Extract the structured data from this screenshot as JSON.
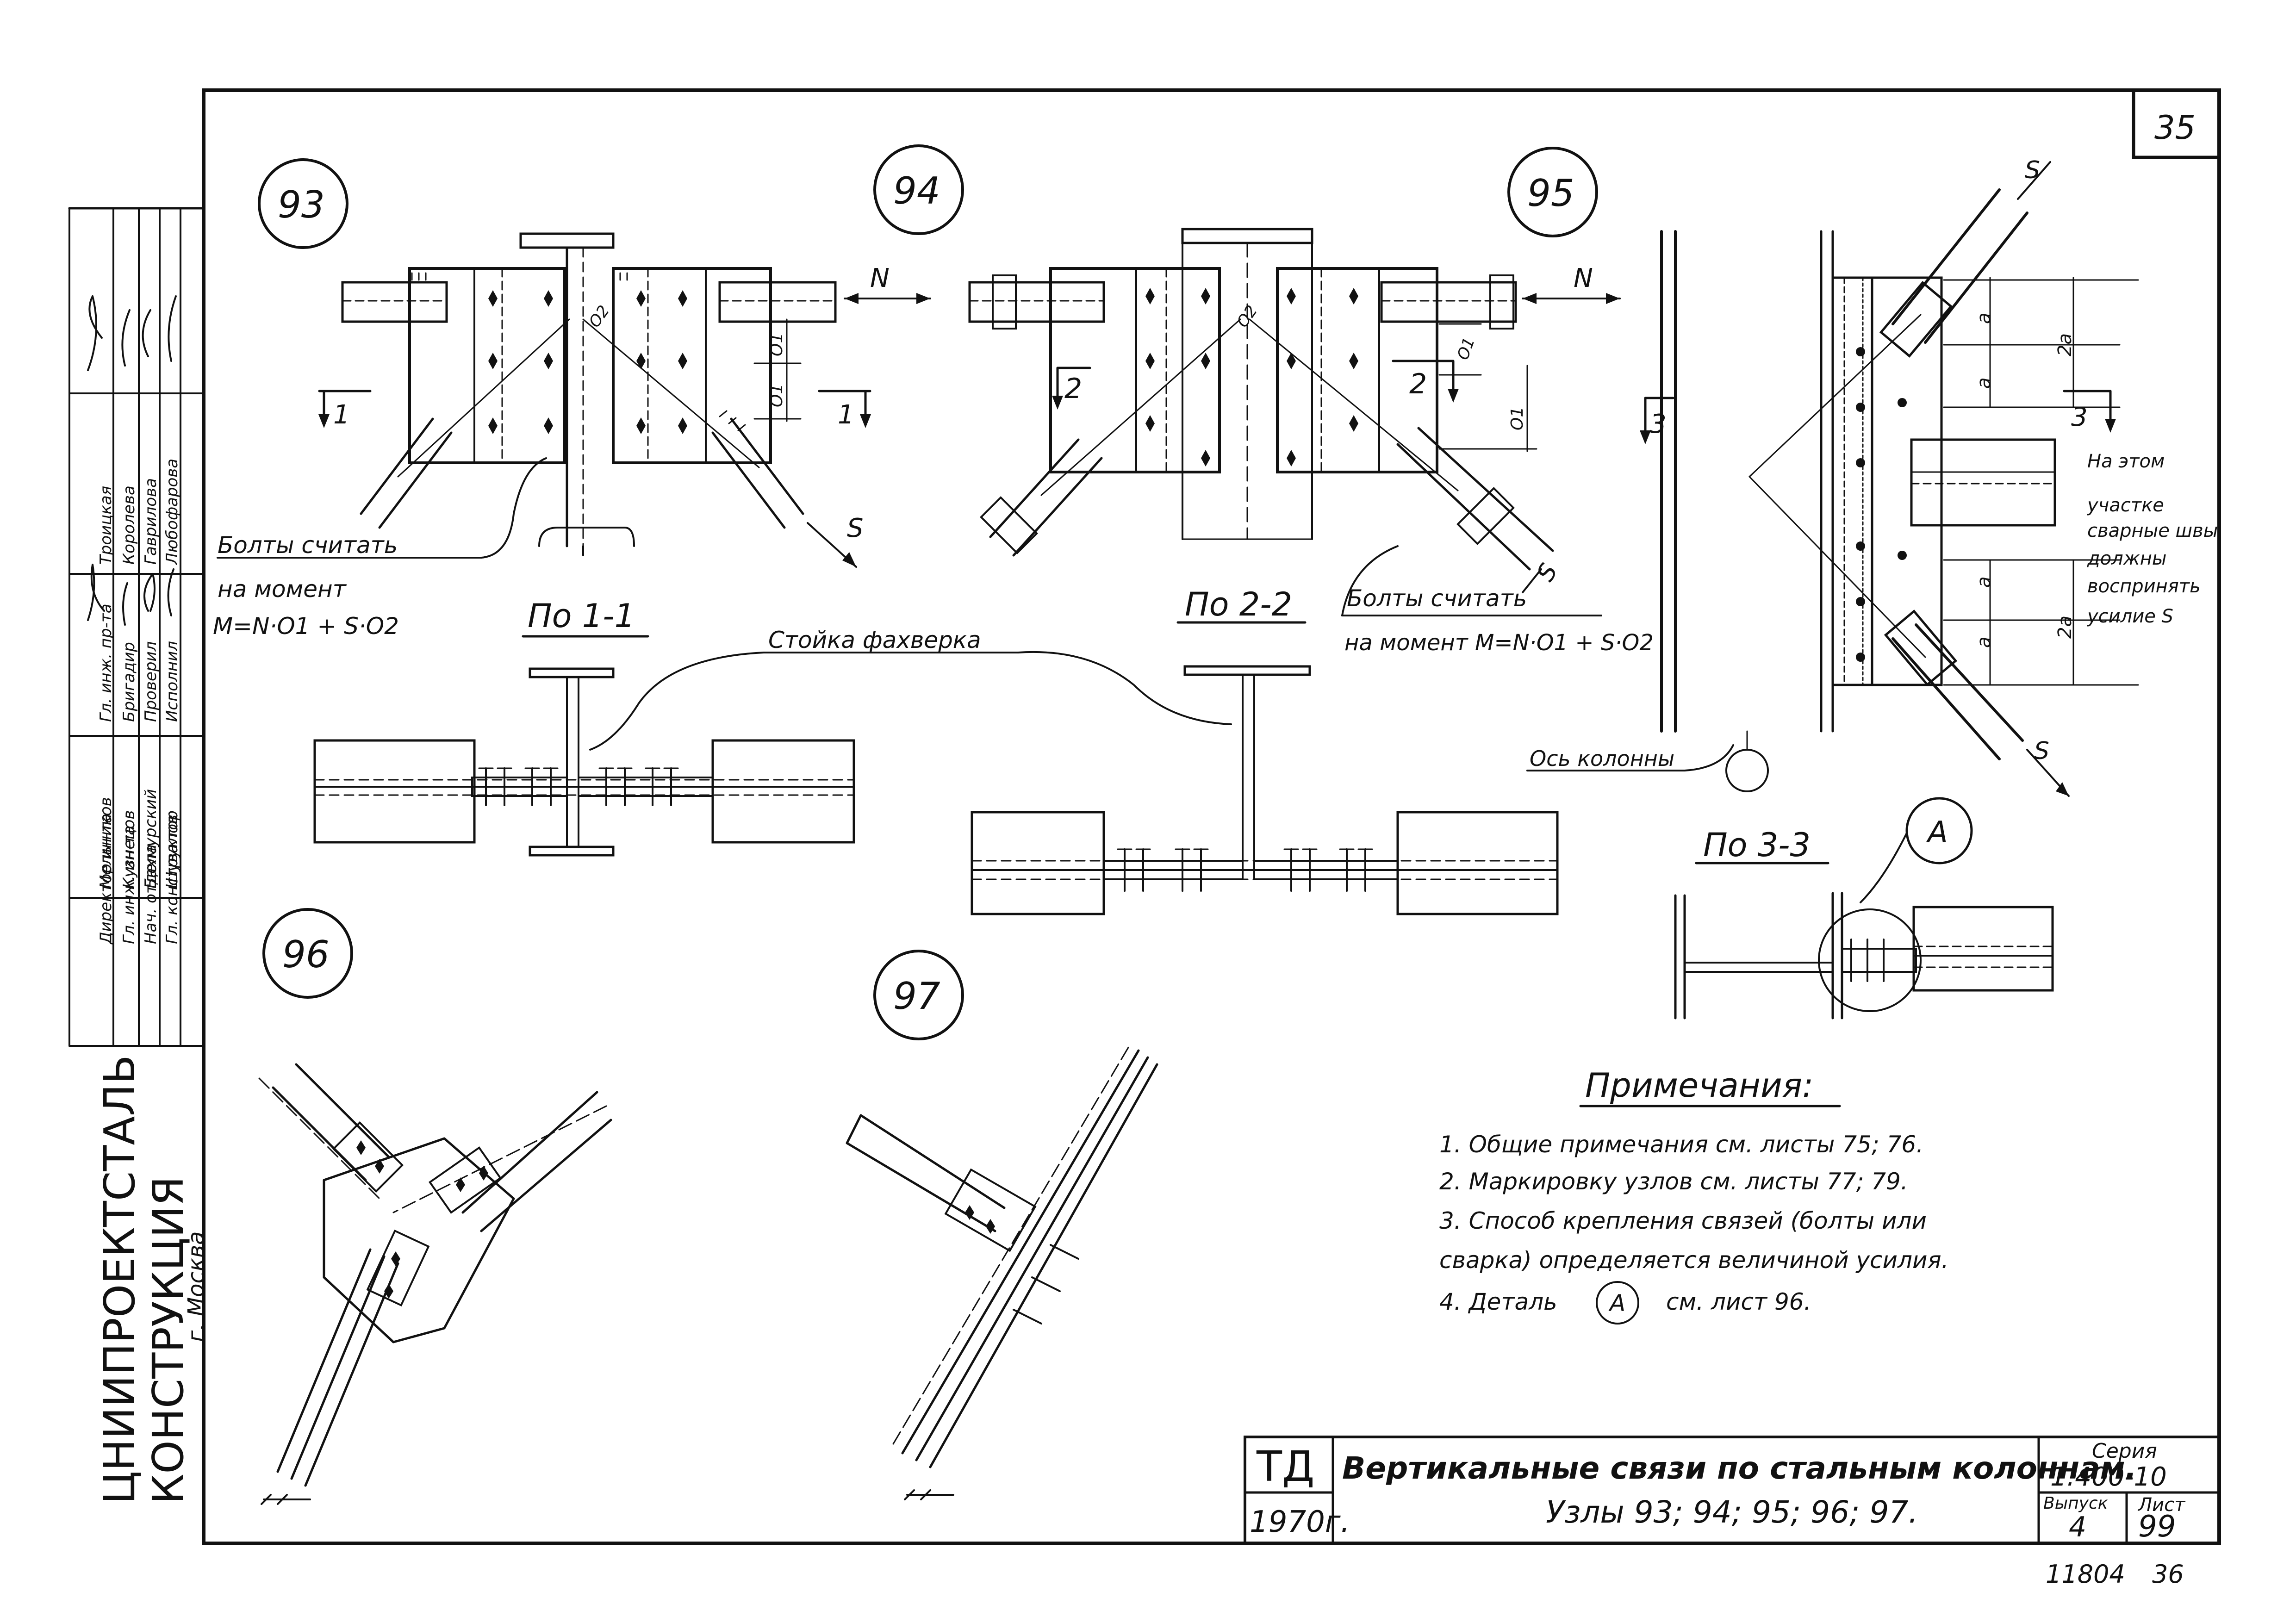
{
  "sheet_number": "35",
  "nodes": [
    {
      "id": "93",
      "label": "93"
    },
    {
      "id": "94",
      "label": "94"
    },
    {
      "id": "95",
      "label": "95"
    },
    {
      "id": "96",
      "label": "96"
    },
    {
      "id": "97",
      "label": "97"
    }
  ],
  "force_labels": {
    "N": "N",
    "S": "S"
  },
  "dims": {
    "d1": "O1",
    "d2": "O2",
    "a": "a",
    "two_a": "2a"
  },
  "section_marks": {
    "s1": "1",
    "s2": "2",
    "s3": "3"
  },
  "sections": {
    "s1": "По 1-1",
    "s2": "По 2-2",
    "s3": "По 3-3"
  },
  "annotations": {
    "bolts_calc_1": "Болты считать",
    "moment_1": "на момент",
    "moment_formula_1": "M=N·O1 + S·O2",
    "bolts_calc_2": "Болты считать",
    "moment_2": "на момент M=N·O1 + S·O2",
    "post_label": "Стойка фахверка",
    "column_axis": "Ось колонны",
    "weld_note": [
      "На этом",
      "участке",
      "сварные швы",
      "должны",
      "воспринять",
      "усилие S"
    ],
    "detail_mark": "А"
  },
  "notes": {
    "title": "Примечания:",
    "items": [
      "1.  Общие примечания см. листы 75; 76.",
      "2.  Маркировку узлов см. листы 77; 79.",
      "3.  Способ крепления связей (болты или",
      "     сварка) определяется величиной усилия.",
      "4.  Деталь",
      "см. лист 96."
    ]
  },
  "left_stamp": {
    "org": [
      "ЦНИИПРОЕКТСТАЛЬ",
      "КОНСТРУКЦИЯ",
      "г. Москва"
    ],
    "roles": [
      "Директор ин-та",
      "Гл. инж. ин-та",
      "Нач. отдела",
      "Гл. конструктор"
    ],
    "names_1": [
      "Мельников",
      "Кузнецов",
      "Бахмурский",
      "Шувалов"
    ],
    "roles_2": [
      "Гл. инж. пр-та",
      "Бригадир",
      "Проверил",
      "Исполнил"
    ],
    "names_2": [
      "Троицкая",
      "Королева",
      "Гаврилова",
      "Любофарова"
    ]
  },
  "title_block": {
    "td": "ТД",
    "year": "1970г.",
    "title_line1": "Вертикальные связи по стальным колоннам.",
    "title_line2": "Узлы 93; 94; 95; 96; 97.",
    "series_label": "Серия",
    "series_value": "1.400-10",
    "issue_label": "Выпуск",
    "issue_value": "4",
    "sheet_label": "Лист",
    "sheet_value": "99"
  },
  "footer": {
    "code": "11804",
    "page": "36"
  }
}
